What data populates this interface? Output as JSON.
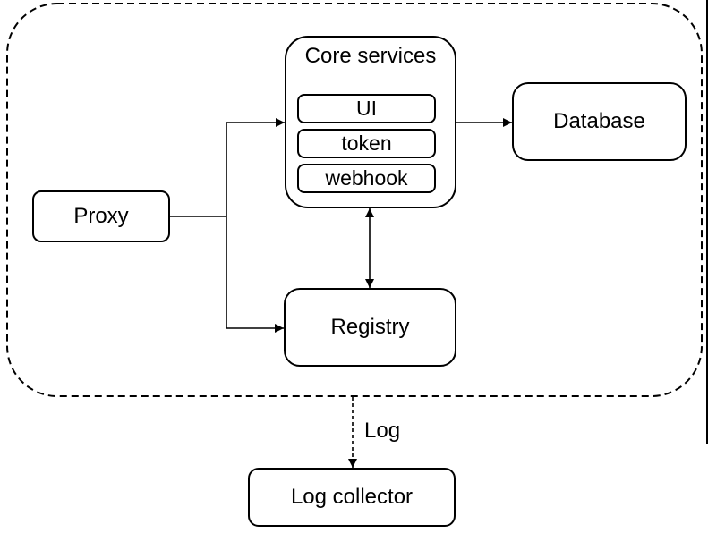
{
  "diagram": {
    "title": "",
    "colors": {
      "stroke": "#000000",
      "background": "#ffffff",
      "text": "#000000"
    },
    "boundary": {
      "name": "system-boundary",
      "style": "dashed-rounded-rectangle"
    },
    "nodes": {
      "proxy": {
        "label": "Proxy"
      },
      "core_services": {
        "title": "Core services",
        "children": [
          {
            "label": "UI"
          },
          {
            "label": "token"
          },
          {
            "label": "webhook"
          }
        ]
      },
      "database": {
        "label": "Database"
      },
      "registry": {
        "label": "Registry"
      },
      "log_collector": {
        "label": "Log collector"
      }
    },
    "edges": [
      {
        "from": "proxy",
        "to": "core_services",
        "style": "solid",
        "arrow": "forward",
        "label": ""
      },
      {
        "from": "proxy",
        "to": "registry",
        "style": "solid",
        "arrow": "forward",
        "label": ""
      },
      {
        "from": "core_services",
        "to": "database",
        "style": "solid",
        "arrow": "forward",
        "label": ""
      },
      {
        "from": "core_services",
        "to": "registry",
        "style": "solid",
        "arrow": "both",
        "label": ""
      },
      {
        "from": "system-boundary",
        "to": "log_collector",
        "style": "dashed",
        "arrow": "forward",
        "label": "Log"
      }
    ]
  }
}
